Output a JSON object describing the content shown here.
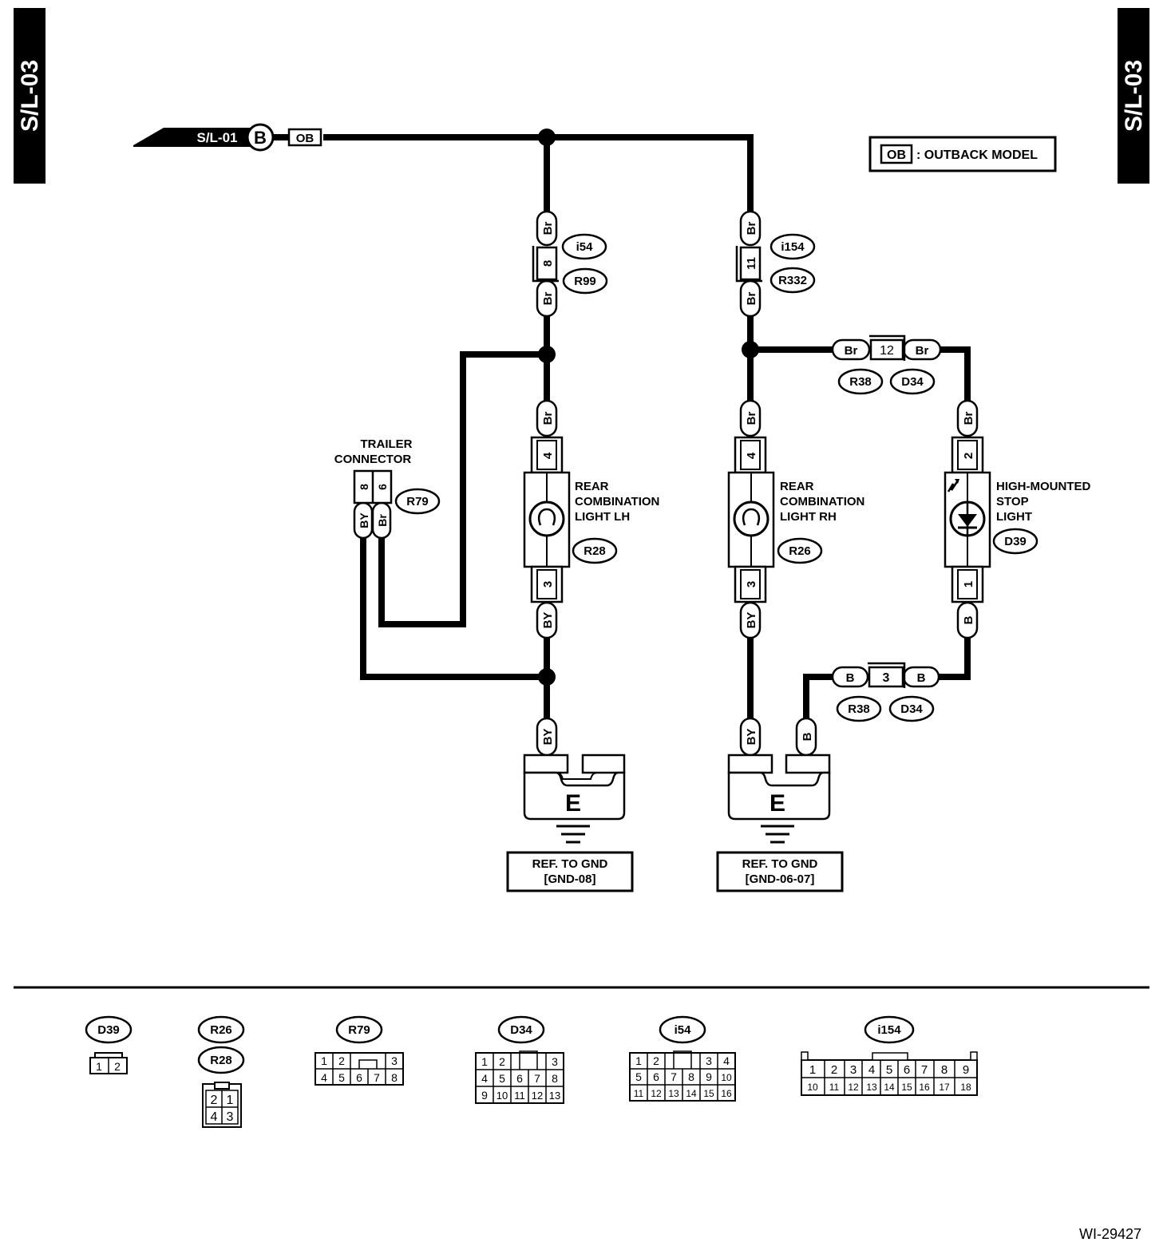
{
  "page": {
    "code": "S/L-03",
    "figure_id": "WI-29427"
  },
  "legend": {
    "tag": "OB",
    "text": ": OUTBACK MODEL"
  },
  "source": {
    "ref": "S/L-01",
    "circle": "B",
    "tag": "OB"
  },
  "wires": {
    "br": "Br",
    "by": "BY",
    "b": "B"
  },
  "connectors": {
    "i54": "i54",
    "r99": "R99",
    "i154": "i154",
    "r332": "R332",
    "r38a": "R38",
    "d34a": "D34",
    "r38b": "R38",
    "d34b": "D34",
    "r79": "R79",
    "r28": "R28",
    "r26": "R26",
    "d39": "D39"
  },
  "pins": {
    "i54_pin": "8",
    "i154_pin": "11",
    "d34_top_pin": "12",
    "d34_bottom_pin": "3",
    "lh_top_pin": "4",
    "lh_bottom_pin": "3",
    "rh_top_pin": "4",
    "rh_bottom_pin": "3",
    "stop_top_pin": "2",
    "stop_bottom_pin": "1",
    "trailer_pin_a": "8",
    "trailer_pin_b": "6"
  },
  "components": {
    "trailer": [
      "TRAILER",
      "CONNECTOR"
    ],
    "lh": [
      "REAR",
      "COMBINATION",
      "LIGHT LH"
    ],
    "rh": [
      "REAR",
      "COMBINATION",
      "LIGHT RH"
    ],
    "stop": [
      "HIGH-MOUNTED",
      "STOP",
      "LIGHT"
    ]
  },
  "grounds": {
    "lh": {
      "symbol": "E",
      "ref": "REF. TO GND",
      "code": "[GND-08]"
    },
    "rh": {
      "symbol": "E",
      "ref": "REF. TO GND",
      "code": "[GND-06-07]"
    }
  },
  "connector_views": {
    "d39": {
      "name": "D39",
      "rows": [
        [
          "1",
          "2"
        ]
      ]
    },
    "r26": {
      "name": "R26"
    },
    "r28": {
      "name": "R28",
      "rows": [
        [
          "2",
          "1"
        ],
        [
          "4",
          "3"
        ]
      ]
    },
    "r79": {
      "name": "R79",
      "rows": [
        [
          "1",
          "2",
          "",
          "3"
        ],
        [
          "4",
          "5",
          "6",
          "7",
          "8"
        ]
      ]
    },
    "d34": {
      "name": "D34",
      "rows": [
        [
          "1",
          "2",
          "",
          "3"
        ],
        [
          "4",
          "5",
          "6",
          "7",
          "8"
        ],
        [
          "9",
          "10",
          "11",
          "12",
          "13"
        ]
      ]
    },
    "i54": {
      "name": "i54",
      "rows": [
        [
          "1",
          "2",
          "",
          "3",
          "4"
        ],
        [
          "5",
          "6",
          "7",
          "8",
          "9",
          "10"
        ],
        [
          "11",
          "12",
          "13",
          "14",
          "15",
          "16"
        ]
      ]
    },
    "i154": {
      "name": "i154",
      "rows": [
        [
          "1",
          "2",
          "3",
          "4",
          "5",
          "6",
          "7",
          "8",
          "9"
        ],
        [
          "10",
          "11",
          "12",
          "13",
          "14",
          "15",
          "16",
          "17",
          "18"
        ]
      ]
    }
  }
}
